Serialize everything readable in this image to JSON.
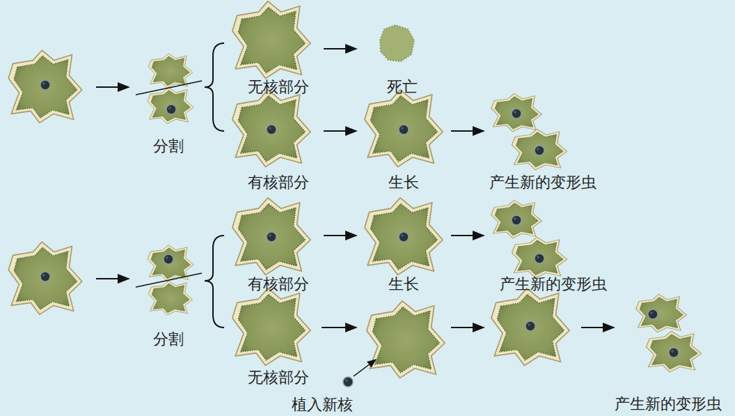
{
  "diagram": {
    "nodes": [
      {
        "text": [
          "分割"
        ]
      },
      {
        "text": [
          "无核部分"
        ]
      },
      {
        "text": [
          "死亡"
        ]
      },
      {
        "text": [
          "有核部分"
        ]
      },
      {
        "text": [
          "生长"
        ]
      },
      {
        "text": [
          "产生新的变形虫"
        ]
      },
      {
        "text": [
          "分割"
        ]
      },
      {
        "text": [
          "有核部分"
        ]
      },
      {
        "text": [
          "生长"
        ]
      },
      {
        "text": [
          "产生新的变形虫"
        ]
      },
      {
        "text": [
          "无核部分"
        ]
      },
      {
        "text": [
          "产生新的变形虫"
        ]
      }
    ],
    "edges": [
      {
        "from": 1,
        "to": 2,
        "arrow": "to"
      },
      {
        "from": 3,
        "to": 4,
        "arrow": "to"
      },
      {
        "from": 4,
        "to": 5,
        "arrow": "to"
      },
      {
        "from": 7,
        "to": 8,
        "arrow": "to"
      },
      {
        "from": 8,
        "to": 9,
        "arrow": "to"
      }
    ],
    "labels": [
      "植入新核"
    ]
  }
}
